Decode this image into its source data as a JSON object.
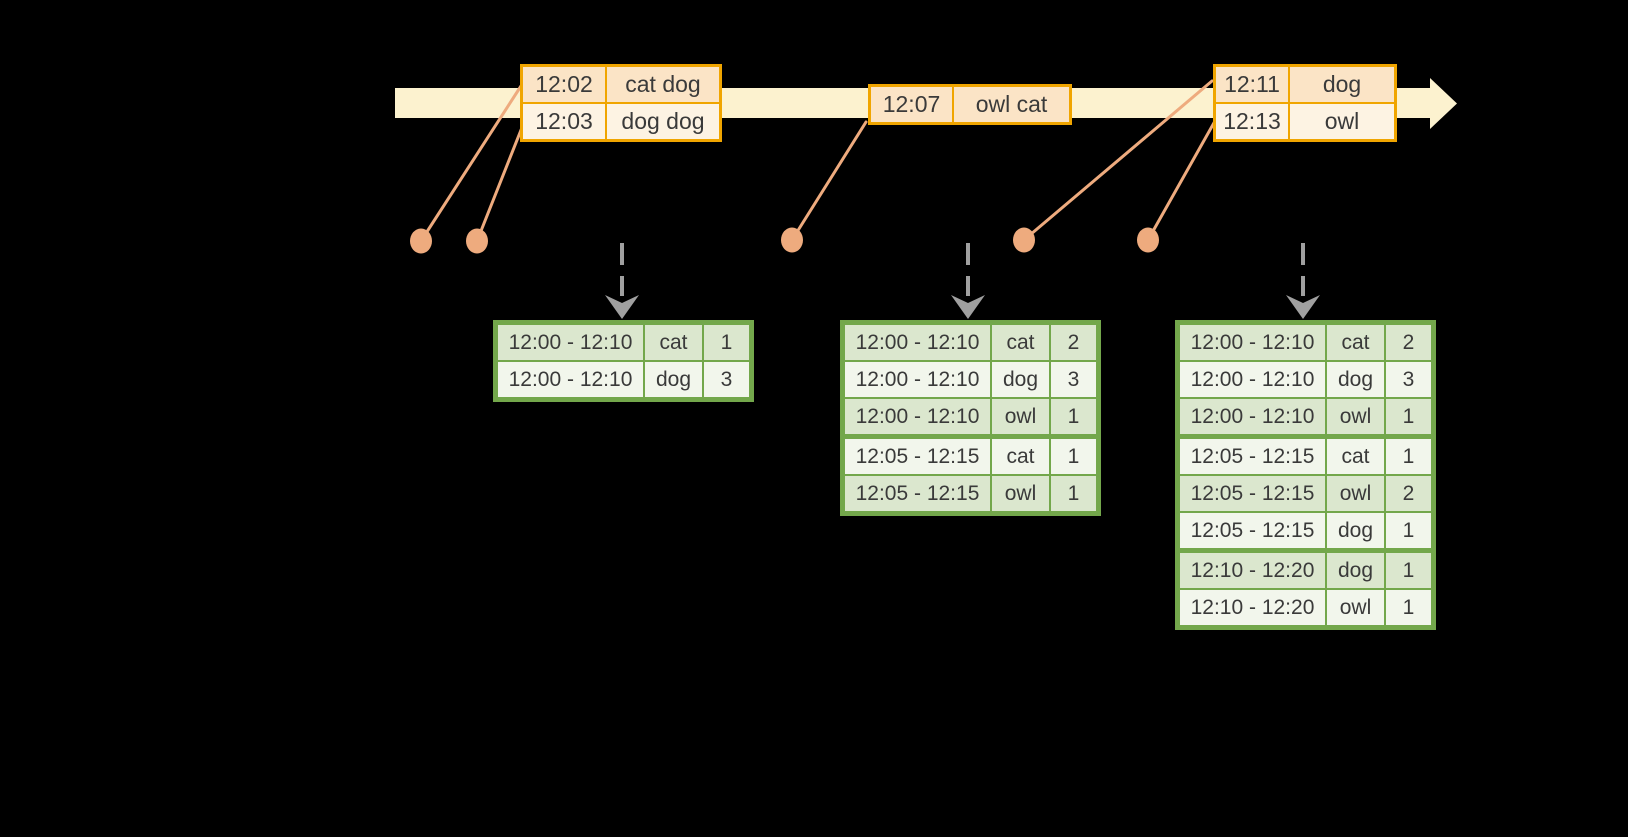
{
  "colors": {
    "background": "#000000",
    "band": "#FCF2CF",
    "box_border": "#F0A500",
    "box_fill_dark": "#FBE4C6",
    "box_fill_light": "#FDF3E3",
    "connector": "#EEAB7E",
    "trigger_arrow": "#A0A0A0",
    "table_border": "#73A74B",
    "table_fill_dark": "#DBE7CE",
    "table_fill_light": "#F2F6EC",
    "text": "#3A3A3A"
  },
  "timeline": {
    "event_batches": [
      {
        "rows": [
          {
            "time": "12:02",
            "words": "cat dog"
          },
          {
            "time": "12:03",
            "words": "dog dog"
          }
        ]
      },
      {
        "rows": [
          {
            "time": "12:07",
            "words": "owl cat"
          }
        ]
      },
      {
        "rows": [
          {
            "time": "12:11",
            "words": "dog"
          },
          {
            "time": "12:13",
            "words": "owl"
          }
        ]
      }
    ]
  },
  "result_tables": [
    {
      "rows": [
        {
          "window": "12:00 - 12:10",
          "word": "cat",
          "count": "1"
        },
        {
          "window": "12:00 - 12:10",
          "word": "dog",
          "count": "3"
        }
      ]
    },
    {
      "rows": [
        {
          "window": "12:00 - 12:10",
          "word": "cat",
          "count": "2"
        },
        {
          "window": "12:00 - 12:10",
          "word": "dog",
          "count": "3"
        },
        {
          "window": "12:00 - 12:10",
          "word": "owl",
          "count": "1"
        },
        {
          "window": "12:05 - 12:15",
          "word": "cat",
          "count": "1"
        },
        {
          "window": "12:05 - 12:15",
          "word": "owl",
          "count": "1"
        }
      ]
    },
    {
      "rows": [
        {
          "window": "12:00 - 12:10",
          "word": "cat",
          "count": "2"
        },
        {
          "window": "12:00 - 12:10",
          "word": "dog",
          "count": "3"
        },
        {
          "window": "12:00 - 12:10",
          "word": "owl",
          "count": "1"
        },
        {
          "window": "12:05 - 12:15",
          "word": "cat",
          "count": "1"
        },
        {
          "window": "12:05 - 12:15",
          "word": "owl",
          "count": "2"
        },
        {
          "window": "12:05 - 12:15",
          "word": "dog",
          "count": "1"
        },
        {
          "window": "12:10 - 12:20",
          "word": "dog",
          "count": "1"
        },
        {
          "window": "12:10 - 12:20",
          "word": "owl",
          "count": "1"
        }
      ]
    }
  ]
}
